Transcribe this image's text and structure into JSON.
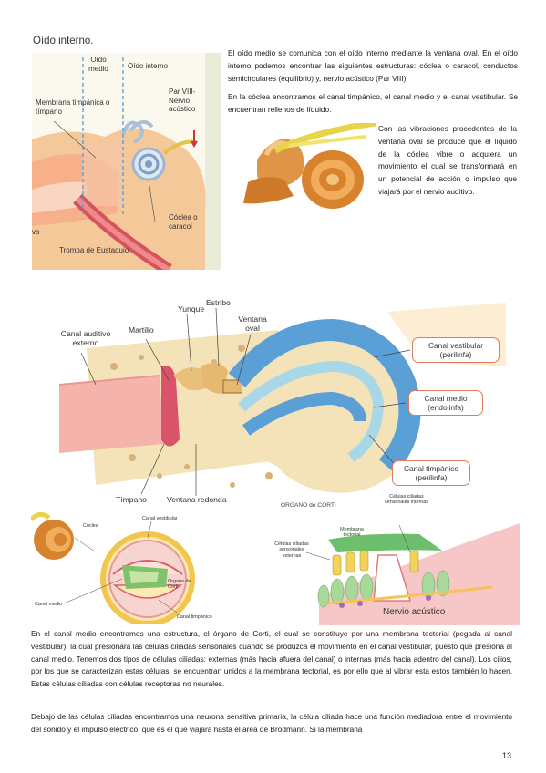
{
  "section_title": "Oído interno.",
  "paragraphs": {
    "p1": "El oído medio se comunica con el oído interno mediante la ventana oval. En el oído interno podemos encontrar las siguientes estructuras: cóclea o caracol, conductos semicirculares (equilibrio) y, nervio acústico (Par VIII).",
    "p2": "En la cóclea encontramos el canal timpánico, el canal medio y el canal vestibular. Se encuentran rellenos de líquido.",
    "p3": "Con las vibraciones procedentes de la ventana oval se produce que el líquido de la cóclea vibre o adquiera un movimiento el cual se transformará en un potencial de acción o impulso que viajará por el nervio auditivo.",
    "p4": "En el canal medio encontramos una estructura, el órgano de Corti, el cual se constituye por una membrana tectorial (pegada al canal vestibular), la cual presionará las células ciliadas sensoriales cuando se produzca el movimiento en el canal vestibular, puesto que presiona al canal medio. Tenemos dos tipos de células ciliadas: externas (más hacia afuera del canal) o internas (más hacia adentro del canal). Los cilios, por los que se caracterizan estas células, se encuentran unidos a la membrana tectorial, es por ello que al vibrar esta estos también lo hacen. Estas células ciliadas con células receptoras no neurales.",
    "p5": "Debajo de las células ciliadas encontramos una neurona sensitiva primaria, la célula ciliada hace una función mediadora entre el movimiento del sonido y el impulso eléctrico, que es el que viajará hasta el área de Brodmann. Si la membrana"
  },
  "fig1": {
    "oido_medio": "Oído medio",
    "oido_interno": "Oído interno",
    "membrana": "Membrana timpánica o tímpano",
    "par_viii": "Par VIII- Nervio acústico",
    "coclea": "Cóclea o caracol",
    "trompa": "Trompa de Eustaquio",
    "vo": "vo"
  },
  "fig3": {
    "canal_auditivo": "Canal auditivo externo",
    "martillo": "Martillo",
    "yunque": "Yunque",
    "estribo": "Estribo",
    "ventana_oval": "Ventana oval",
    "canal_vestibular": "Canal vestibular (perilinfa)",
    "canal_medio": "Canal medio (endolinfa)",
    "canal_timpanico": "Canal timpánico (perilinfa)",
    "timpano": "Tímpano",
    "ventana_redonda": "Ventana redonda"
  },
  "fig4": {
    "coclea": "Cóclea",
    "canal_vestibular": "Canal vestibular",
    "organo": "Órgano de Corti",
    "canal_medio": "Canal medio",
    "canal_timpanico": "Canal timpánico"
  },
  "fig5": {
    "title": "ÓRGANO de CORTI",
    "internas": "Células ciliadas sensoriales internas",
    "membrana": "Membrana tectorial",
    "externas": "Células ciliadas sensoriales externas",
    "nervio": "Nervio acústico"
  },
  "page_number": "13"
}
